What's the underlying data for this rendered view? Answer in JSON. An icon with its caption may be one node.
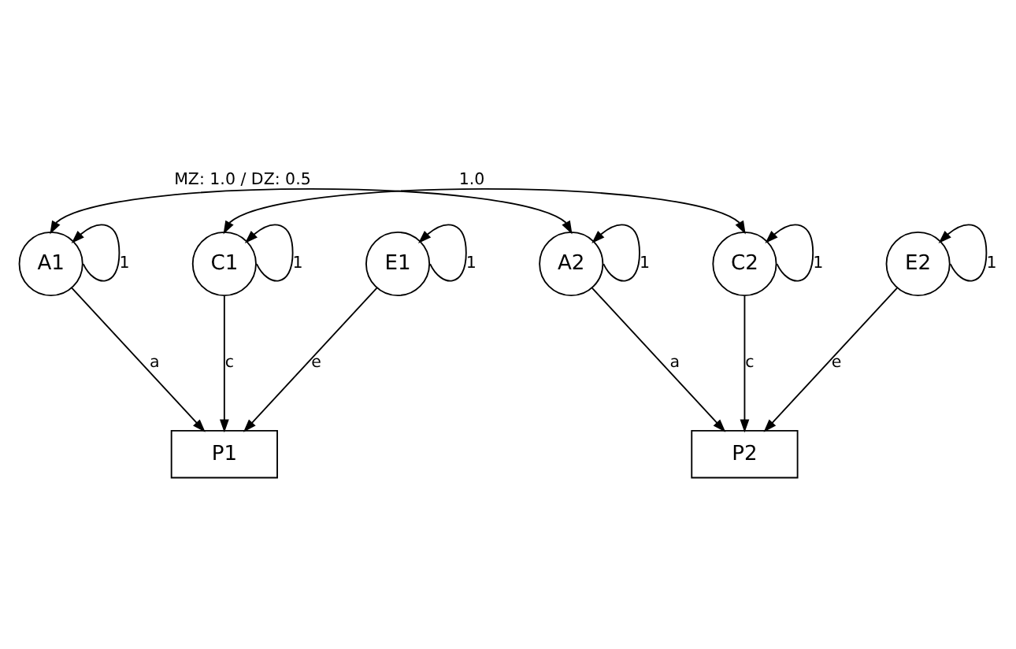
{
  "diagram": {
    "nodes": [
      {
        "text": [
          "A1"
        ]
      },
      {
        "text": [
          "C1"
        ]
      },
      {
        "text": [
          "E1"
        ]
      },
      {
        "text": [
          "A2"
        ]
      },
      {
        "text": [
          "C2"
        ]
      },
      {
        "text": [
          "E2"
        ]
      },
      {
        "text": [
          "P1"
        ]
      },
      {
        "text": [
          "P2"
        ]
      }
    ],
    "edges": [
      {
        "from": 0,
        "to": 3,
        "arrow": "both",
        "label": "MZ: 1.0 / DZ: 0.5"
      },
      {
        "from": 1,
        "to": 4,
        "arrow": "both",
        "label": "1.0"
      },
      {
        "from": 0,
        "to": 0,
        "arrow": "to",
        "label": "1"
      },
      {
        "from": 1,
        "to": 1,
        "arrow": "to",
        "label": "1"
      },
      {
        "from": 2,
        "to": 2,
        "arrow": "to",
        "label": "1"
      },
      {
        "from": 3,
        "to": 3,
        "arrow": "to",
        "label": "1"
      },
      {
        "from": 4,
        "to": 4,
        "arrow": "to",
        "label": "1"
      },
      {
        "from": 5,
        "to": 5,
        "arrow": "to",
        "label": "1"
      },
      {
        "from": 0,
        "to": 6,
        "arrow": "to",
        "label": "a"
      },
      {
        "from": 1,
        "to": 6,
        "arrow": "to",
        "label": "c"
      },
      {
        "from": 2,
        "to": 6,
        "arrow": "to",
        "label": "e"
      },
      {
        "from": 3,
        "to": 7,
        "arrow": "to",
        "label": "a"
      },
      {
        "from": 4,
        "to": 7,
        "arrow": "to",
        "label": "c"
      },
      {
        "from": 5,
        "to": 7,
        "arrow": "to",
        "label": "e"
      }
    ]
  }
}
